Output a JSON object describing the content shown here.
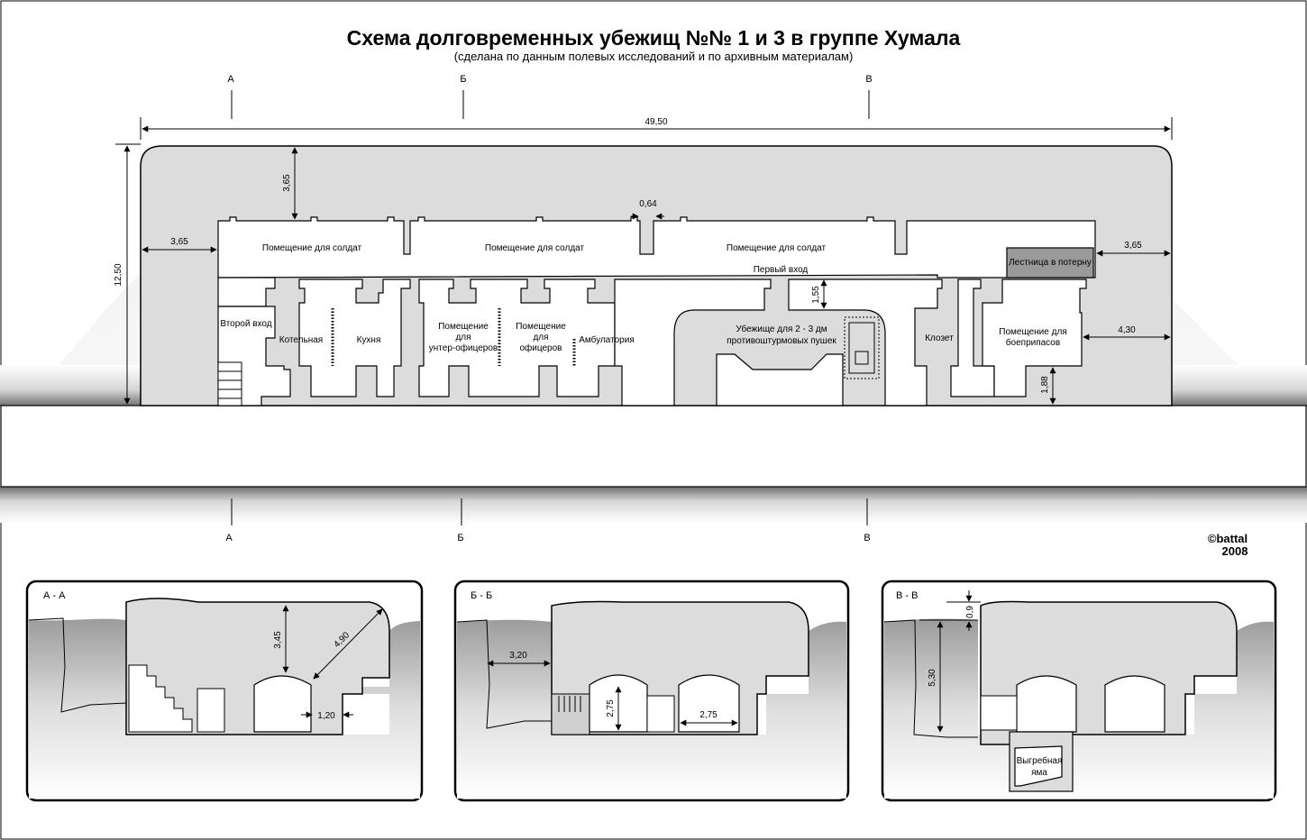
{
  "title": "Схема долговременных убежищ №№ 1 и 3 в группе Хумала",
  "subtitle": "(сделана по данным полевых исследований и по архивным материалам)",
  "copyright": "©battal",
  "year": "2008",
  "section_marks": {
    "a": "А",
    "b": "Б",
    "v": "В"
  },
  "rooms": {
    "soldiers_1": "Помещение для солдат",
    "soldiers_2": "Помещение для солдат",
    "soldiers_3": "Помещение для солдат",
    "stair_to_postern": "Лестница в потерну",
    "first_entrance": "Первый вход",
    "second_entrance": "Второй вход",
    "boiler_room": "Котельная",
    "kitchen": "Кухня",
    "nco_room_line1": "Помещение",
    "nco_room_line2": "для",
    "nco_room_line3": "унтер-офицеров",
    "officers_line1": "Помещение",
    "officers_line2": "для",
    "officers_line3": "офицеров",
    "infirmary": "Амбулатория",
    "gun_shelter_line1": "Убежище для 2 - 3 дм",
    "gun_shelter_line2": "противоштурмовых пушек",
    "closet": "Клозет",
    "ammo_line1": "Помещение для",
    "ammo_line2": "боеприпасов",
    "cesspit_line1": "Выгребная",
    "cesspit_line2": "яма"
  },
  "dimensions": {
    "total_length": "49,50",
    "total_width": "12,50",
    "top_wall": "3,65",
    "left_wall": "3,65",
    "right_wall": "3,65",
    "right_lower": "4,30",
    "gap": "0,64",
    "first_entrance_depth": "1,55",
    "bottom_wall": "1,88",
    "aa_height": "3,45",
    "aa_diag": "4,90",
    "aa_wall": "1,20",
    "bb_left": "3,20",
    "bb_height": "2,75",
    "bb_width": "2,75",
    "vv_top": "0,9",
    "vv_height": "5,30"
  },
  "sections": {
    "aa": "А - А",
    "bb": "Б - Б",
    "vv": "В - В"
  },
  "colors": {
    "concrete": "#dcdcdc",
    "stair": "#9a9a9a",
    "line": "#000000"
  }
}
